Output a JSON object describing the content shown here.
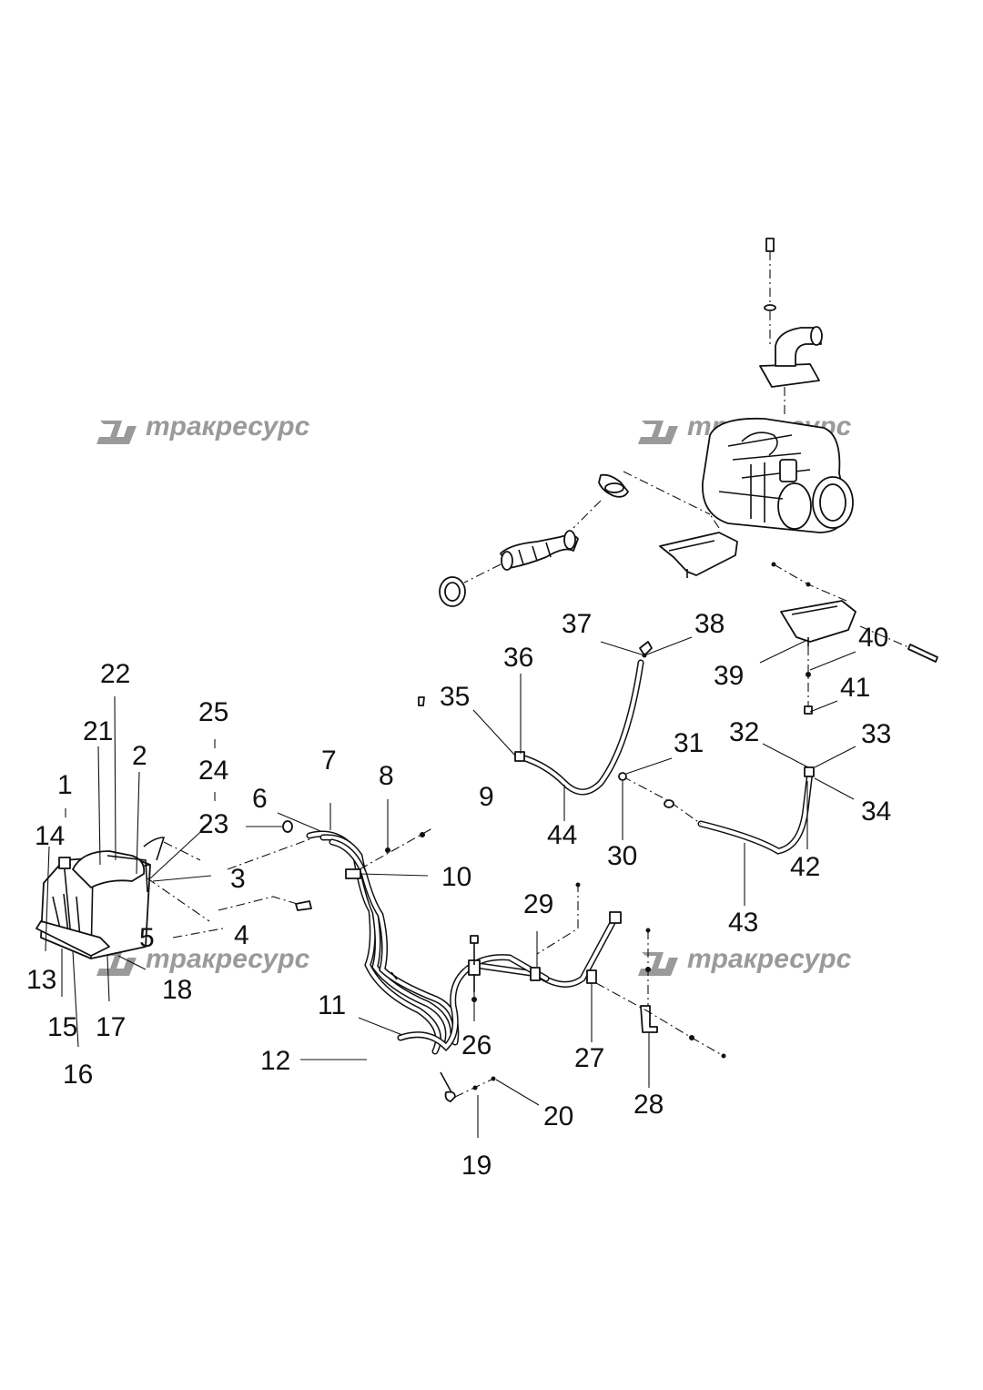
{
  "watermark": {
    "text": "трaкресурс",
    "color": "#9a9a9a"
  },
  "callouts": {
    "1": "1",
    "2": "2",
    "3": "3",
    "4": "4",
    "5": "5",
    "6": "6",
    "7": "7",
    "8": "8",
    "9": "9",
    "10": "10",
    "11": "11",
    "12": "12",
    "13": "13",
    "14": "14",
    "15": "15",
    "16": "16",
    "17": "17",
    "18": "18",
    "19": "19",
    "20": "20",
    "21": "21",
    "22": "22",
    "23": "23",
    "24": "24",
    "25": "25",
    "26": "26",
    "27": "27",
    "28": "28",
    "29": "29",
    "30": "30",
    "31": "31",
    "32": "32",
    "33": "33",
    "34": "34",
    "35": "35",
    "36": "36",
    "37": "37",
    "38": "38",
    "39": "39",
    "40": "40",
    "41": "41",
    "42": "42",
    "43": "43",
    "44": "44"
  }
}
